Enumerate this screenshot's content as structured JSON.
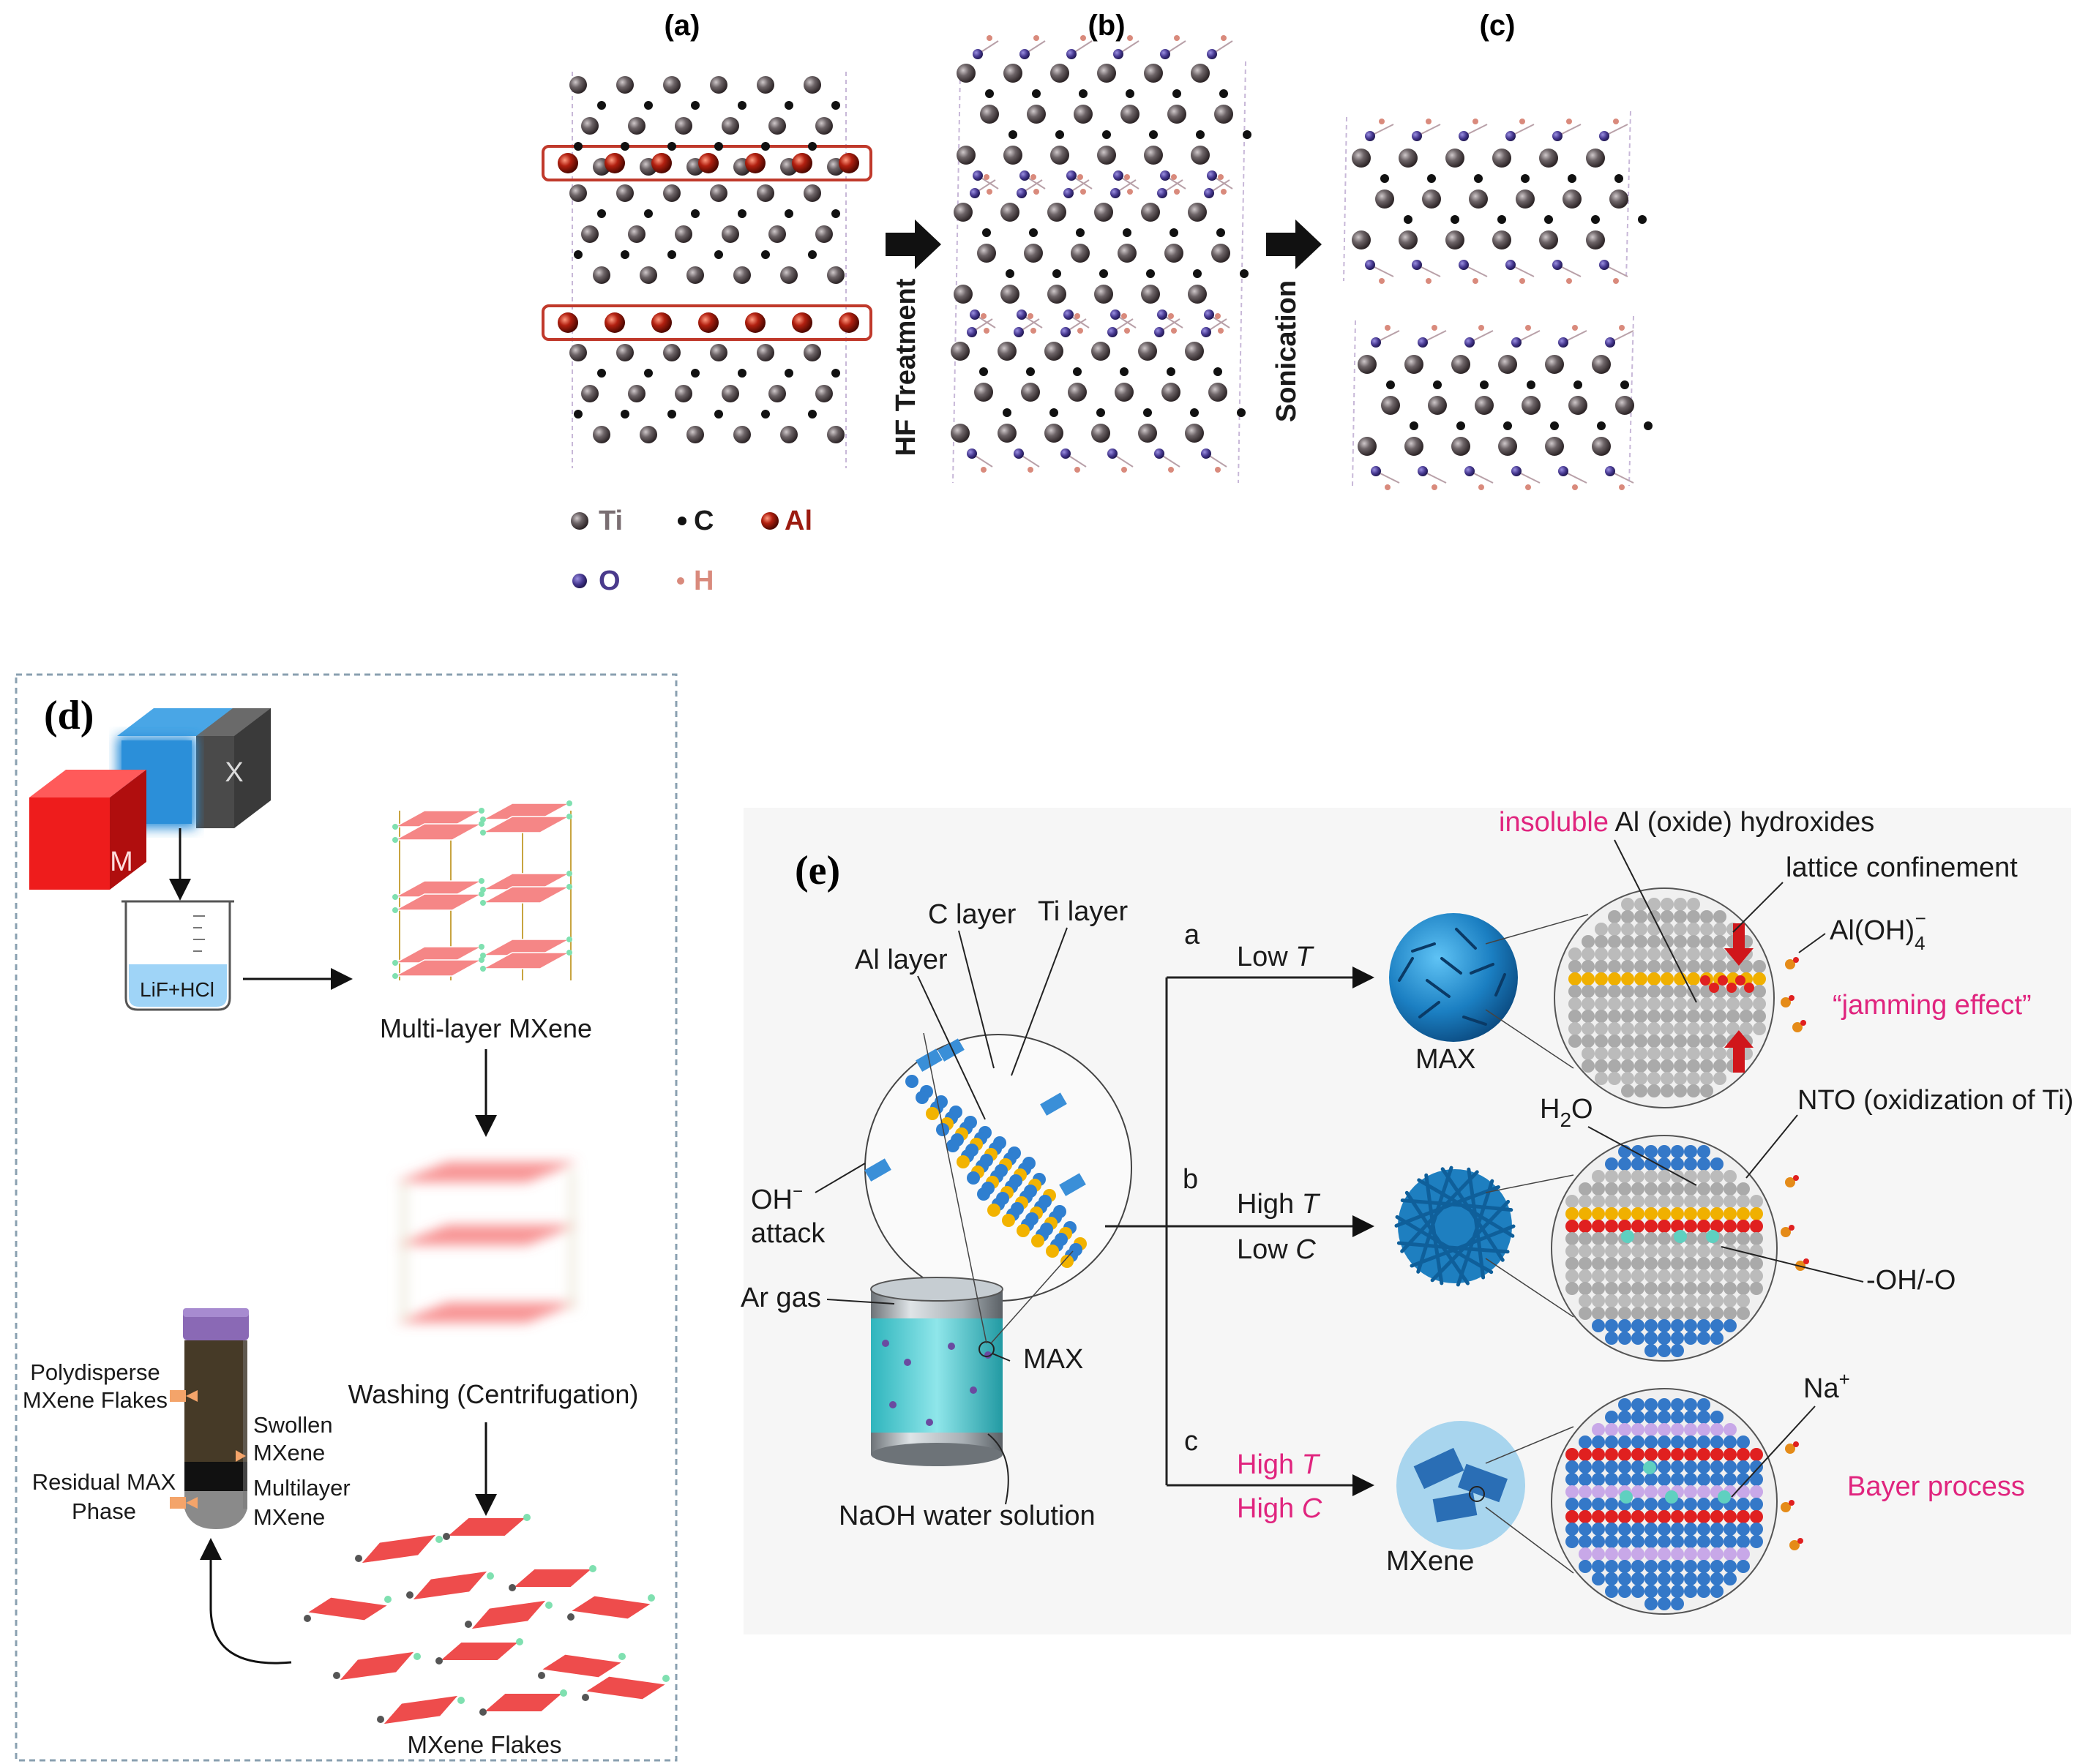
{
  "panels": {
    "a": "(a)",
    "b": "(b)",
    "c": "(c)",
    "d": "(d)",
    "e": "(e)"
  },
  "arrows": {
    "hf": "HF Treatment",
    "sonication": "Sonication"
  },
  "legend": {
    "ti": "Ti",
    "c": "C",
    "al": "Al",
    "o": "O",
    "h": "H"
  },
  "colors": {
    "ti": "#5d5558",
    "c": "#111111",
    "al": "#9c1b10",
    "o": "#4a3a8c",
    "h": "#d98a7c",
    "pink": "#e0247e",
    "red_cube": "#ee1c1c",
    "blue_cube": "#2b8fd9",
    "dark_cube": "#444444"
  },
  "panel_d": {
    "cube_m": "M",
    "cube_x": "X",
    "beaker": "LiF+HCl",
    "multilayer": "Multi-layer MXene",
    "washing": "Washing (Centrifugation)",
    "flakes": "MXene Flakes",
    "polydisperse_1": "Polydisperse",
    "polydisperse_2": "MXene Flakes",
    "swollen_1": "Swollen",
    "swollen_2": "MXene",
    "multilayer_1": "Multilayer",
    "multilayer_2": "MXene",
    "residual_1": "Residual MAX",
    "residual_2": "Phase"
  },
  "panel_e": {
    "c_layer": "C layer",
    "ti_layer": "Ti layer",
    "al_layer": "Al layer",
    "oh_attack_1": "OH",
    "oh_sup": "−",
    "oh_attack_2": "attack",
    "ar_gas": "Ar gas",
    "max_label": "MAX",
    "naoh": "NaOH water solution",
    "route_a": "a",
    "route_b": "b",
    "route_c": "c",
    "low_t_pre": "Low ",
    "high_t_pre": "High ",
    "low_c_pre": "Low ",
    "high_c_pre": "High ",
    "t_var": "T",
    "c_var": "C",
    "max_sphere": "MAX",
    "mxene_sphere": "MXene",
    "insoluble_pink": "insoluble",
    "insoluble_rest": " Al (oxide) hydroxides",
    "lattice": "lattice confinement",
    "aloh4": "Al(OH)",
    "aloh4_sub": "4",
    "aloh4_sup": "−",
    "jamming": "“jamming effect”",
    "h2o_1": "H",
    "h2o_sub": "2",
    "h2o_2": "O",
    "nto": "NTO (oxidization of Ti)",
    "oh_o": "-OH/-O",
    "na": "Na",
    "na_sup": "+",
    "bayer": "Bayer process"
  }
}
